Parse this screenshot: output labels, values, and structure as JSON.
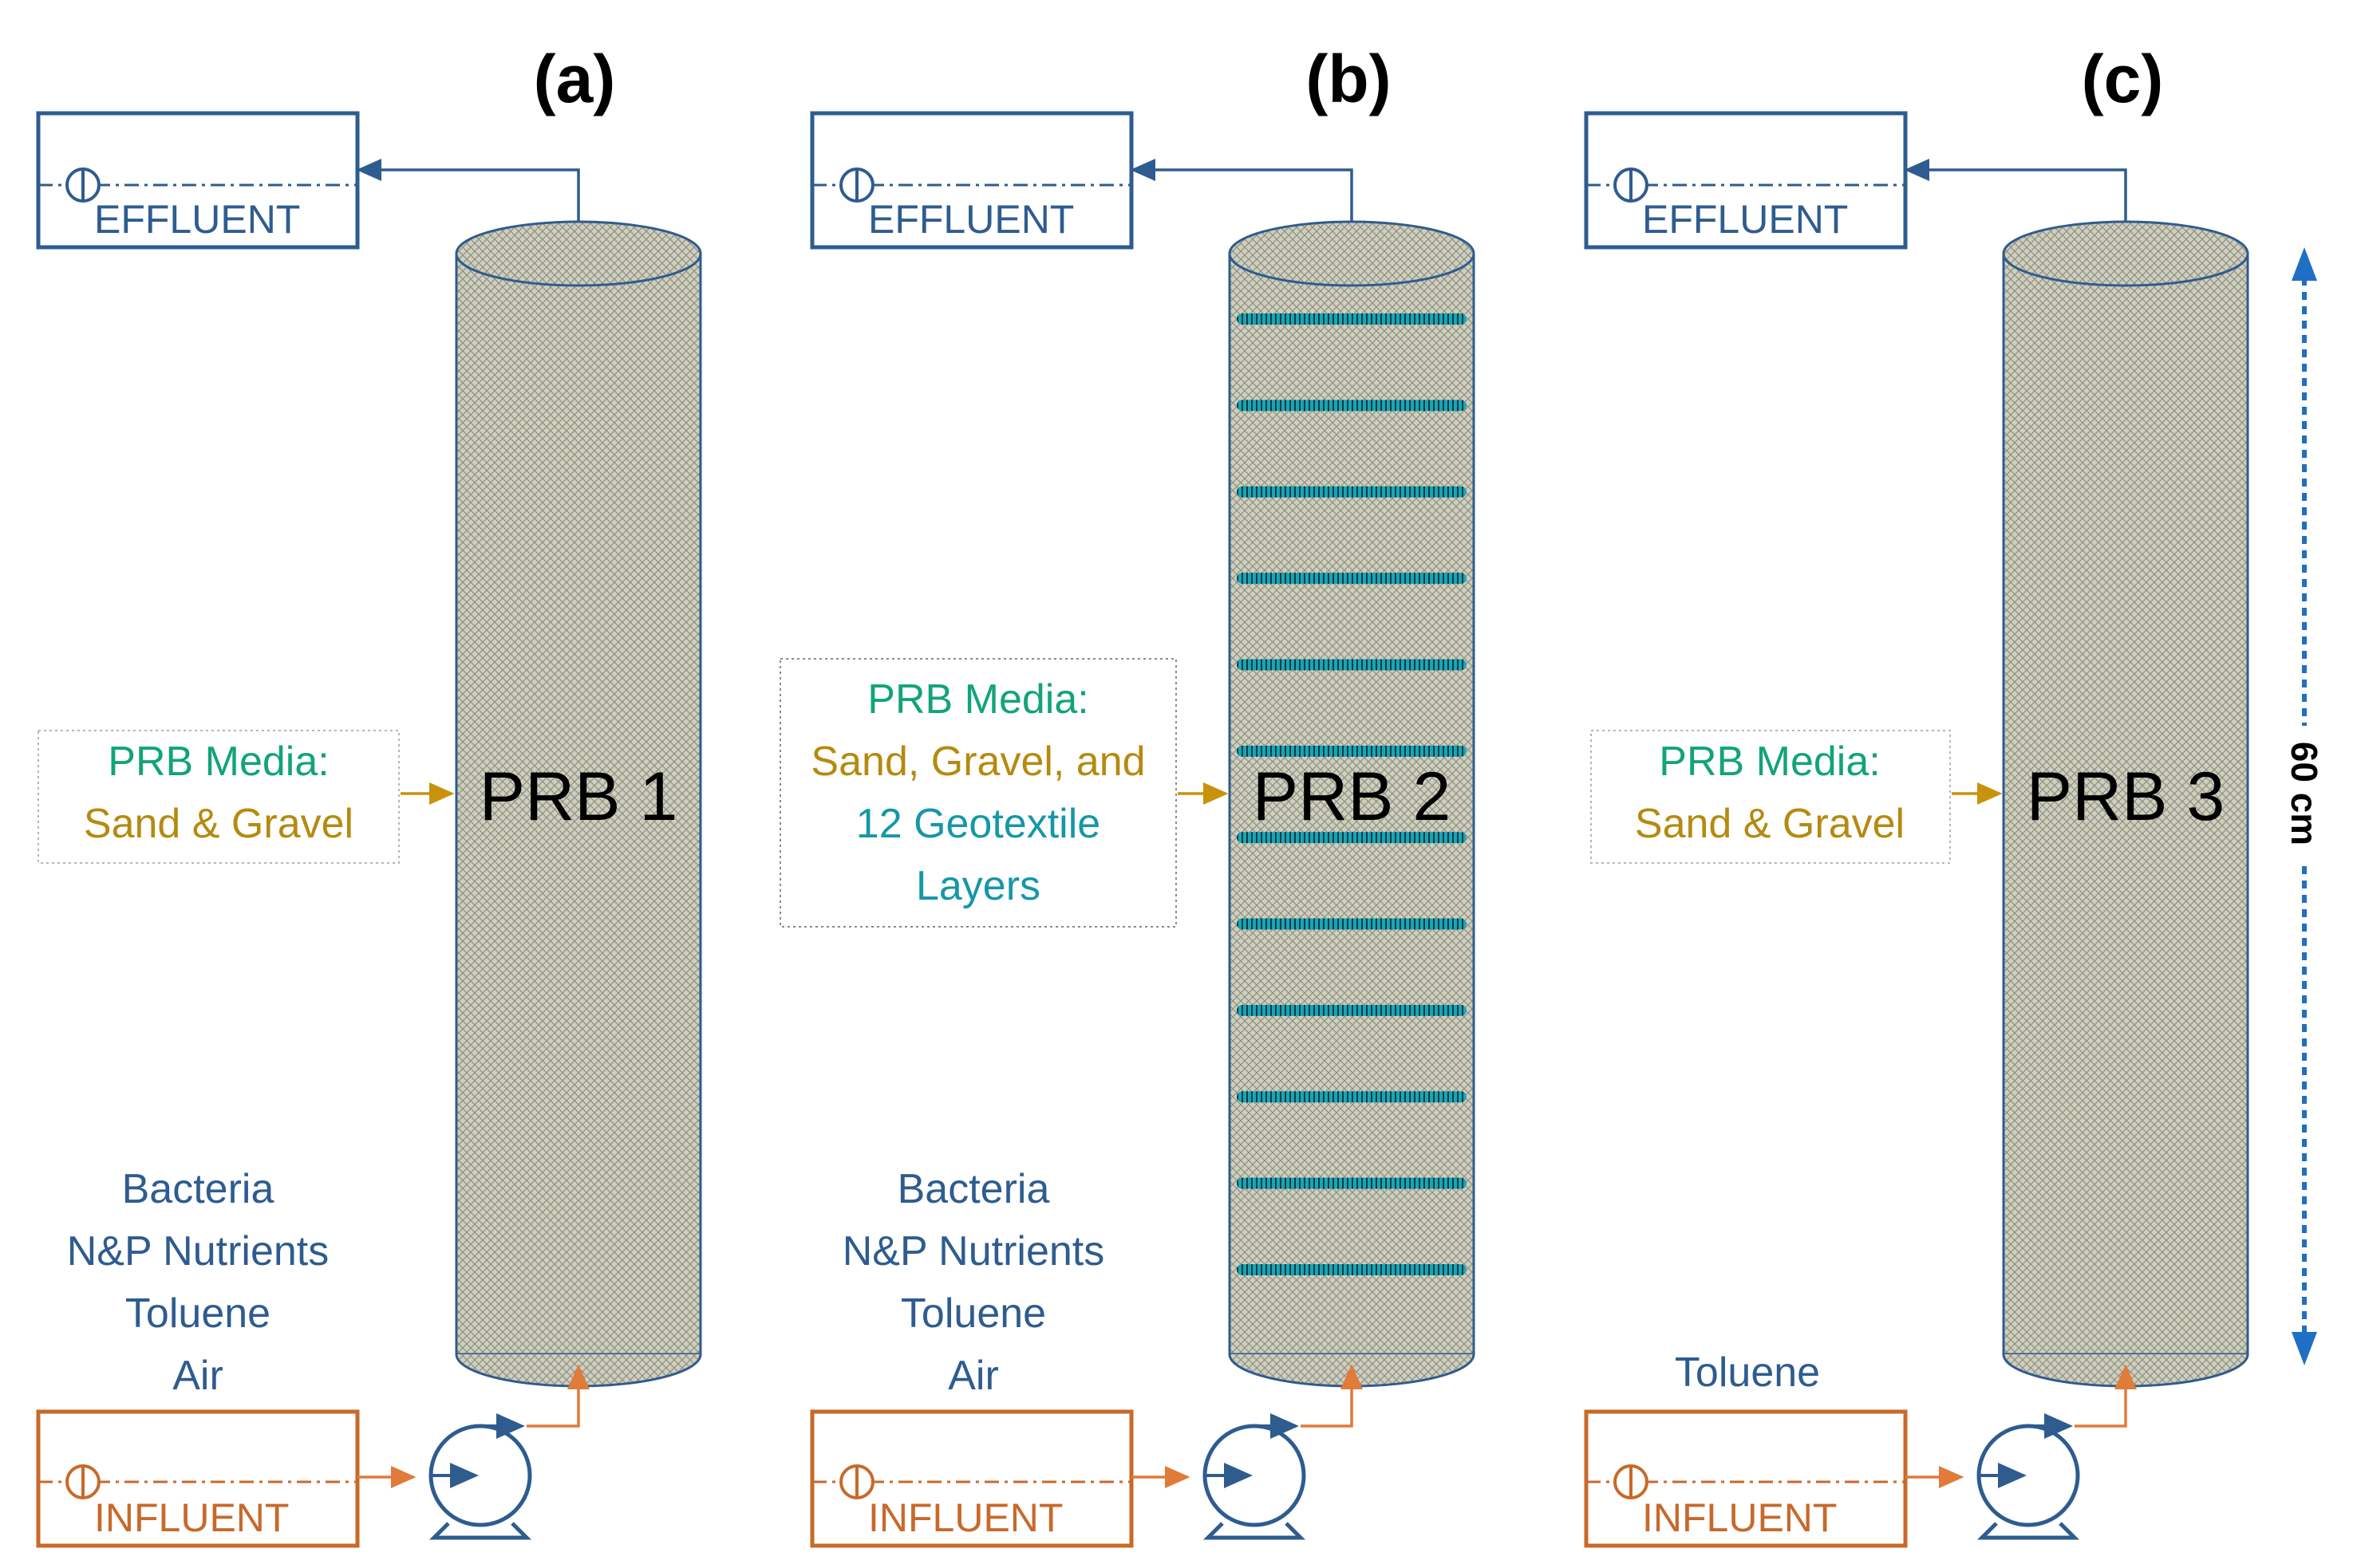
{
  "panels": [
    {
      "label": "(a)",
      "effluent": "EFFLUENT",
      "influent": "INFLUENT",
      "column_label": "PRB 1",
      "media_lines": [
        {
          "text": "PRB Media:",
          "color": "#12a37a"
        },
        {
          "text": "Sand & Gravel",
          "color": "#b58a10"
        }
      ],
      "feed_lines": [
        "Bacteria",
        "N&P Nutrients",
        "Toluene",
        "Air"
      ],
      "geotextile_layers": 0
    },
    {
      "label": "(b)",
      "effluent": "EFFLUENT",
      "influent": "INFLUENT",
      "column_label": "PRB 2",
      "media_lines": [
        {
          "text": "PRB Media:",
          "color": "#12a37a"
        },
        {
          "text": "Sand, Gravel, and",
          "color": "#b58a10"
        },
        {
          "text": "12 Geotextile",
          "color": "#1597a8"
        },
        {
          "text": "Layers",
          "color": "#1597a8"
        }
      ],
      "feed_lines": [
        "Bacteria",
        "N&P Nutrients",
        "Toluene",
        "Air"
      ],
      "geotextile_layers": 12
    },
    {
      "label": "(c)",
      "effluent": "EFFLUENT",
      "influent": "INFLUENT",
      "column_label": "PRB 3",
      "media_lines": [
        {
          "text": "PRB Media:",
          "color": "#12a37a"
        },
        {
          "text": "Sand & Gravel",
          "color": "#b58a10"
        }
      ],
      "feed_lines": [
        "Toluene"
      ],
      "geotextile_layers": 0
    }
  ],
  "scale_label": "60 cm",
  "colors": {
    "effluent": "#2e5c8f",
    "influent": "#c8692a",
    "media_arrow": "#c9920c",
    "column_fill": "#c9c9b8",
    "geotextile": "#17a6b8",
    "scale": "#1f6fc4"
  }
}
